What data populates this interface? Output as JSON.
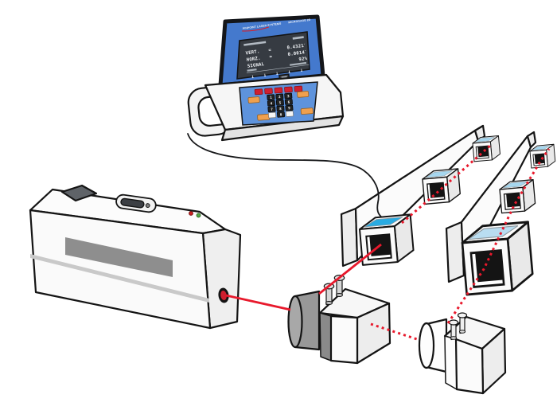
{
  "illustration": {
    "name": "Laser alignment measurement system",
    "display_unit": {
      "brand": "PINPOINT LASER SYSTEMS",
      "model": "MICROGAGE 2D",
      "screen": {
        "readouts": [
          {
            "label": "VERT.",
            "eq": "=",
            "value": "0.4321",
            "unit": "″"
          },
          {
            "label": "HORZ.",
            "eq": "=",
            "value": "0.0014",
            "unit": "″"
          },
          {
            "label": "SIGNAL",
            "eq": "",
            "value": "92%",
            "unit": ""
          }
        ],
        "softkeys": [
          "↓",
          "↓",
          "↓",
          "↓",
          "↓"
        ]
      },
      "keypad": {
        "digits": [
          "1",
          "2",
          "3",
          "4",
          "5",
          "6",
          "7",
          "8",
          "9",
          "0"
        ]
      }
    },
    "colors": {
      "laser_red": "#e8192c",
      "lid_blue": "#4479cd",
      "keypad_blue": "#5e93dc",
      "key_red": "#cf2030",
      "key_orange": "#efa04e",
      "receiver_blue_bright": "#29abe2",
      "receiver_blue_light": "#aedcf2",
      "outline": "#141414"
    }
  }
}
